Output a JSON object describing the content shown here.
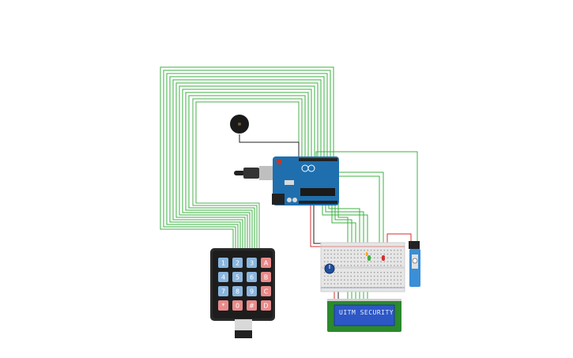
{
  "lcd": {
    "line1": "UITM  SECURITY",
    "line2": ""
  },
  "keypad": {
    "rows": [
      [
        "1",
        "2",
        "3",
        "A"
      ],
      [
        "4",
        "5",
        "6",
        "B"
      ],
      [
        "7",
        "8",
        "9",
        "C"
      ],
      [
        "*",
        "0",
        "#",
        "D"
      ]
    ]
  },
  "colors": {
    "wire": "#3cb043",
    "wire_red": "#d32f2f",
    "arduino_board": "#1f6fae",
    "keypad_blue": "#8ab6de",
    "keypad_red": "#e98a8a",
    "lcd_screen": "#2e57c6",
    "lcd_pcb": "#2b8a2b",
    "breadboard": "#e6e6e6"
  },
  "components": {
    "buzzer_icon": "buzzer-icon",
    "usb_icon": "usb-cable-icon",
    "potentiometer_icon": "potentiometer-icon",
    "servo_icon": "servo-icon",
    "led_icons": [
      "led-green-icon",
      "led-red-icon"
    ]
  }
}
